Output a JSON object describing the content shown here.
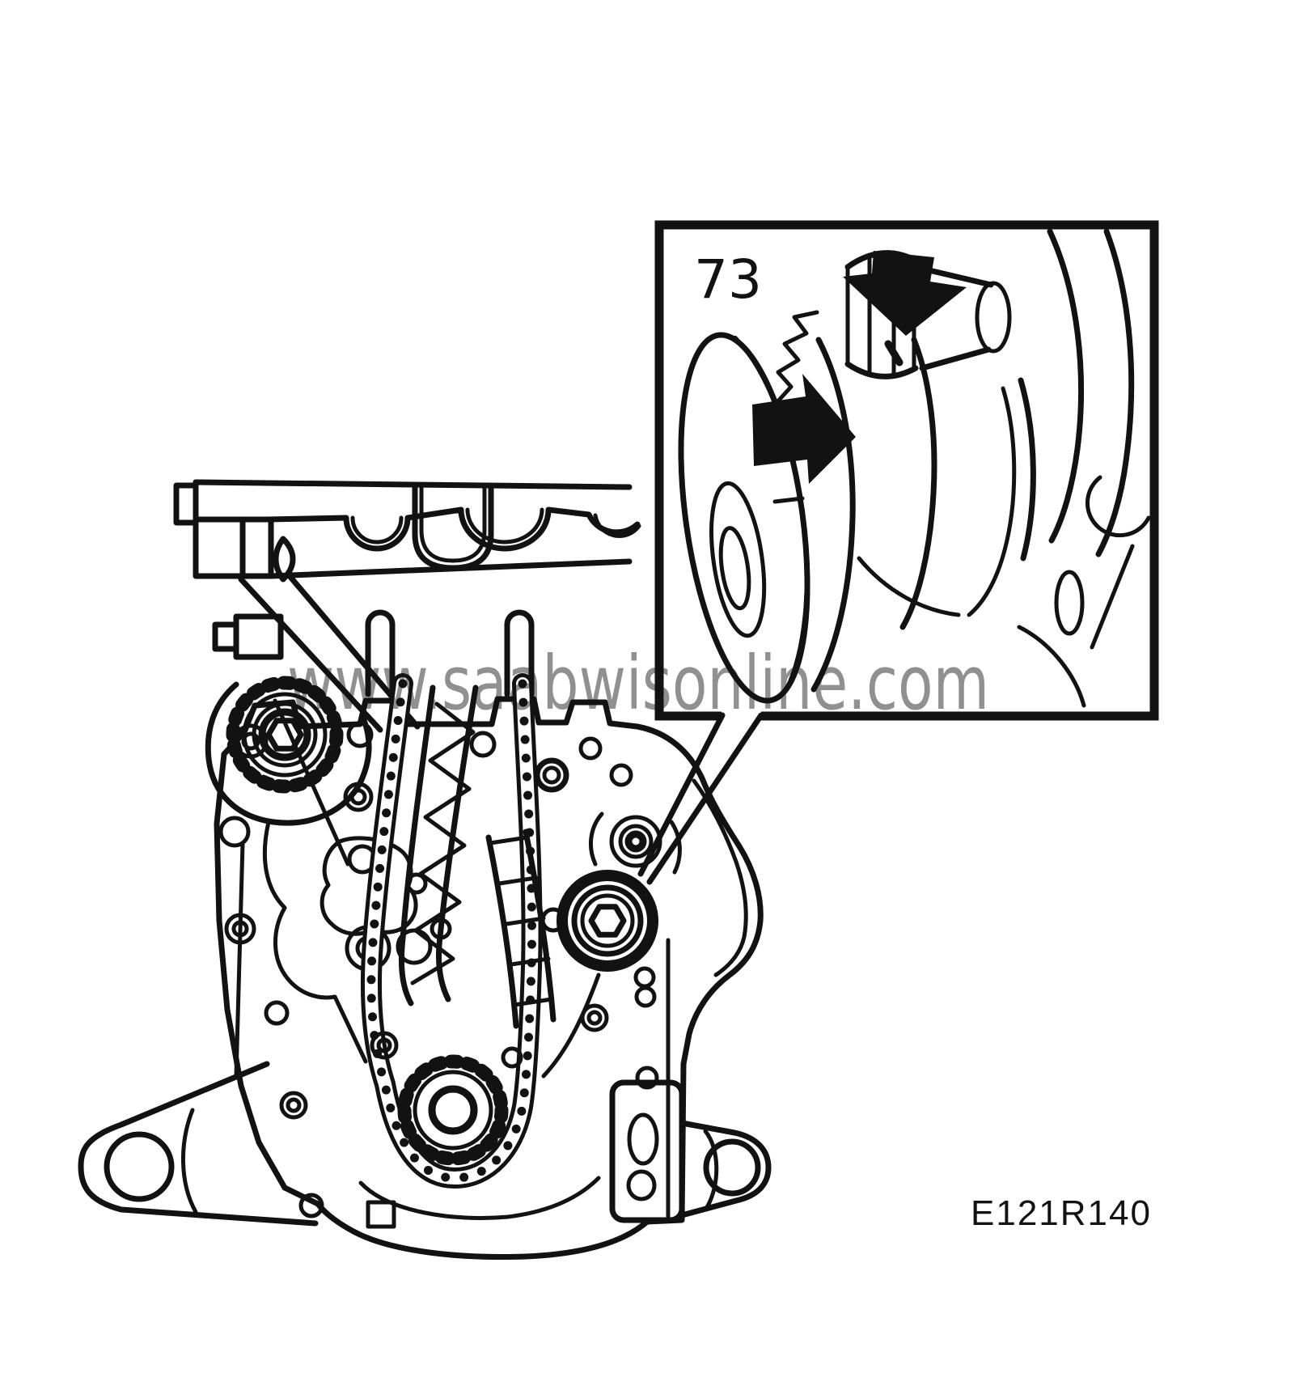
{
  "figure": {
    "background_color": "#ffffff",
    "ink_color": "#121212",
    "inset": {
      "label": "73"
    },
    "watermark": {
      "text": "www.saabwisonline.com",
      "color": "#7c7c7c"
    },
    "figure_code": "E121R140"
  }
}
